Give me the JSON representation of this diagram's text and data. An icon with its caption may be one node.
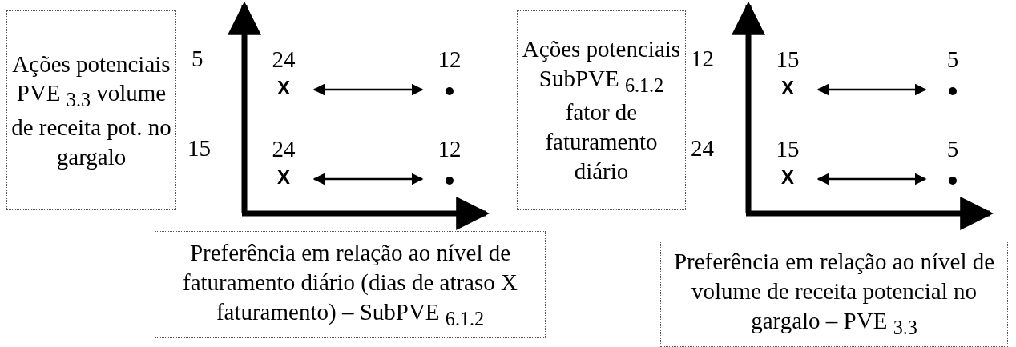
{
  "diagram": {
    "nodes": [
      {
        "text": [
          "Ações potenciais PVE $_{3.3}$ volume de receita pot. no gargalo"
        ]
      },
      {
        "text": [
          "Preferência em relação ao nível de faturamento diário (dias de atraso X faturamento) – SubPVE $_{6.1.2}$"
        ]
      },
      {
        "text": [
          "X"
        ],
        "beside": [
          "24"
        ]
      },
      {
        "text": [],
        "shape": "circle",
        "beside": [
          "12"
        ]
      },
      {
        "text": [
          "X"
        ],
        "beside": [
          "24"
        ]
      },
      {
        "text": [],
        "shape": "circle",
        "beside": [
          "12"
        ]
      },
      {
        "text": [
          "Ações potenciais SubPVE $_{6.1.2}$ fator de faturamento diário"
        ]
      },
      {
        "text": [
          "Preferência em relação ao nível de volume de receita potencial no gargalo – PVE $_{3.3}$"
        ]
      },
      {
        "text": [
          "X"
        ],
        "beside": [
          "15"
        ]
      },
      {
        "text": [],
        "shape": "circle",
        "beside": [
          "5"
        ]
      },
      {
        "text": [
          "X"
        ],
        "beside": [
          "15"
        ]
      },
      {
        "text": [],
        "shape": "circle",
        "beside": [
          "5"
        ]
      }
    ],
    "edges": [
      {
        "from": 2,
        "to": 3,
        "arrow": "both"
      },
      {
        "from": 4,
        "to": 5,
        "arrow": "both"
      },
      {
        "from": 8,
        "to": 9,
        "arrow": "both"
      },
      {
        "from": 10,
        "to": 11,
        "arrow": "both"
      }
    ],
    "labels": [
      "5",
      "15",
      "12",
      "24"
    ]
  }
}
